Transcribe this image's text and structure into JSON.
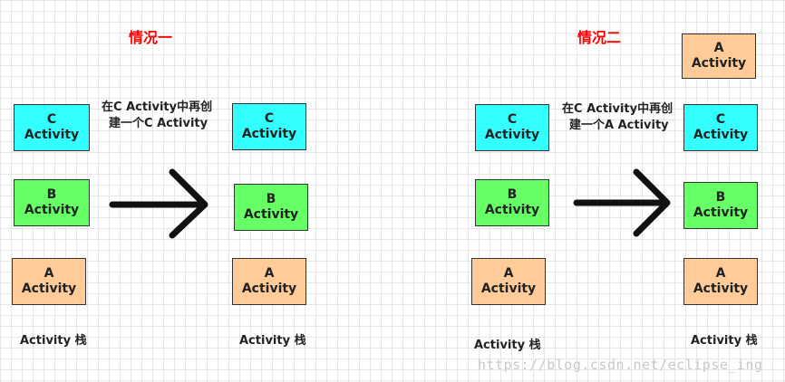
{
  "situation1": {
    "title": "情况一",
    "note_line1": "在C Activity中再创",
    "note_line2": "建一个C Activity",
    "before": {
      "caption": "Activity 栈",
      "boxes": [
        {
          "letter": "C",
          "label": "Activity"
        },
        {
          "letter": "B",
          "label": "Activity"
        },
        {
          "letter": "A",
          "label": "Activity"
        }
      ]
    },
    "after": {
      "caption": "Activity 栈",
      "boxes": [
        {
          "letter": "C",
          "label": "Activity"
        },
        {
          "letter": "B",
          "label": "Activity"
        },
        {
          "letter": "A",
          "label": "Activity"
        }
      ]
    }
  },
  "situation2": {
    "title": "情况二",
    "note_line1": "在C Activity中再创",
    "note_line2": "建一个A Activity",
    "before": {
      "caption": "Activity 栈",
      "boxes": [
        {
          "letter": "C",
          "label": "Activity"
        },
        {
          "letter": "B",
          "label": "Activity"
        },
        {
          "letter": "A",
          "label": "Activity"
        }
      ]
    },
    "after": {
      "caption": "Activity 栈",
      "boxes": [
        {
          "letter": "A",
          "label": "Activity"
        },
        {
          "letter": "C",
          "label": "Activity"
        },
        {
          "letter": "B",
          "label": "Activity"
        },
        {
          "letter": "A",
          "label": "Activity"
        }
      ]
    }
  },
  "colors": {
    "title": "#ff0000",
    "cyan": "#33ffff",
    "green": "#66ff66",
    "orange": "#ffcc99",
    "arrow": "#111111"
  },
  "watermark": "https://blog.csdn.net/eclipse_ing"
}
